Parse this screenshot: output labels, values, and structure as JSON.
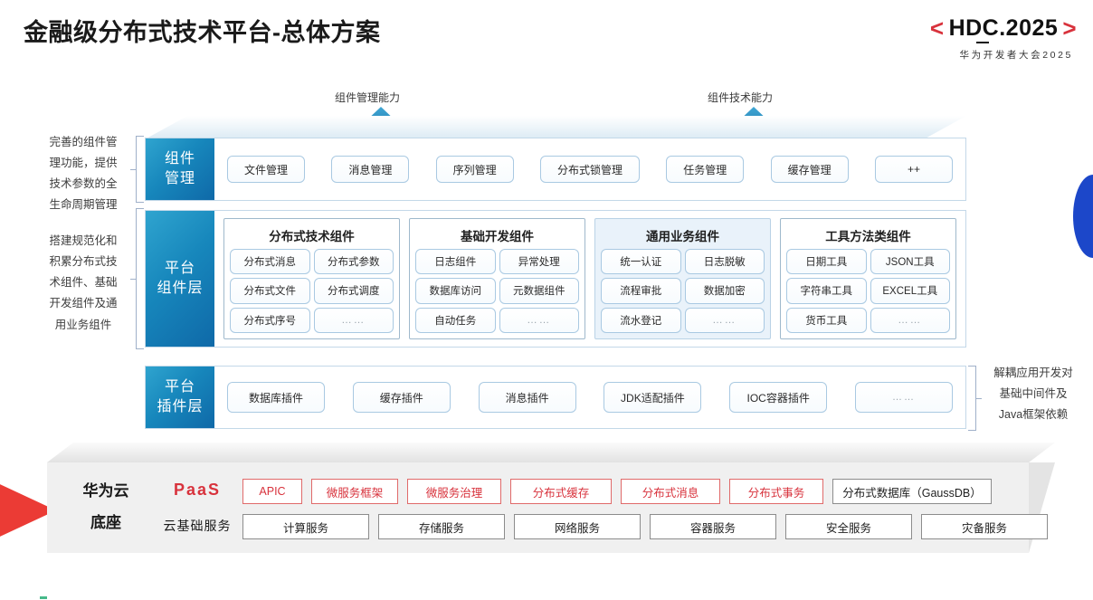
{
  "header": {
    "title": "金融级分布式技术平台-总体方案",
    "logo_bracket_left": "<",
    "logo_text": "HDC.2025",
    "logo_bracket_right": ">",
    "logo_sub": "华为开发者大会2025",
    "accent_red": "#d8323c"
  },
  "arrows": [
    {
      "label": "组件管理能力",
      "color": "#1a7ab5"
    },
    {
      "label": "组件技术能力",
      "color": "#1a7ab5"
    }
  ],
  "side_notes": {
    "left": [
      "完善的组件管\n理功能，提供\n技术参数的全\n生命周期管理",
      "搭建规范化和\n积累分布式技\n术组件、基础\n开发组件及通\n用业务组件"
    ],
    "left_1_lines": [
      "完善的组件管",
      "理功能，提供",
      "技术参数的全",
      "生命周期管理"
    ],
    "left_2_lines": [
      "搭建规范化和",
      "积累分布式技",
      "术组件、基础",
      "开发组件及通",
      "用业务组件"
    ],
    "right_lines": [
      "解耦应用开发对",
      "基础中间件及",
      "Java框架依赖"
    ]
  },
  "layers": {
    "component_management": {
      "label_lines": [
        "组件",
        "管理"
      ],
      "items": [
        {
          "label": "文件管理",
          "width": 86
        },
        {
          "label": "消息管理",
          "width": 86
        },
        {
          "label": "序列管理",
          "width": 86
        },
        {
          "label": "分布式锁管理",
          "width": 110
        },
        {
          "label": "任务管理",
          "width": 86
        },
        {
          "label": "缓存管理",
          "width": 86
        },
        {
          "label": "++",
          "width": 86
        }
      ]
    },
    "platform_component": {
      "label_lines": [
        "平台",
        "组件层"
      ],
      "groups": [
        {
          "title": "分布式技术组件",
          "style": "plain",
          "items": [
            "分布式消息",
            "分布式参数",
            "分布式文件",
            "分布式调度",
            "分布式序号",
            "……"
          ]
        },
        {
          "title": "基础开发组件",
          "style": "plain",
          "items": [
            "日志组件",
            "异常处理",
            "数据库访问",
            "元数据组件",
            "自动任务",
            "……"
          ]
        },
        {
          "title": "通用业务组件",
          "style": "tinted",
          "items": [
            "统一认证",
            "日志脱敏",
            "流程审批",
            "数据加密",
            "流水登记",
            "……"
          ]
        },
        {
          "title": "工具方法类组件",
          "style": "plain",
          "items": [
            "日期工具",
            "JSON工具",
            "字符串工具",
            "EXCEL工具",
            "货币工具",
            "……"
          ]
        }
      ]
    },
    "platform_plugin": {
      "label_lines": [
        "平台",
        "插件层"
      ],
      "items": [
        "数据库插件",
        "缓存插件",
        "消息插件",
        "JDK适配插件",
        "IOC容器插件",
        "……"
      ]
    }
  },
  "cloud_base": {
    "title_lines": [
      "华为云",
      "底座"
    ],
    "paas_label": "PaaS",
    "infra_label": "云基础服务",
    "paas_items": [
      {
        "label": "APIC",
        "style": "red",
        "width": 66
      },
      {
        "label": "微服务框架",
        "style": "red",
        "width": 96
      },
      {
        "label": "微服务治理",
        "style": "red",
        "width": 104
      },
      {
        "label": "分布式缓存",
        "style": "red",
        "width": 112
      },
      {
        "label": "分布式消息",
        "style": "red",
        "width": 110
      },
      {
        "label": "分布式事务",
        "style": "red",
        "width": 104
      },
      {
        "label": "分布式数据库（GaussDB）",
        "style": "gray",
        "width": 176
      }
    ],
    "infra_items": [
      {
        "label": "计算服务",
        "width": 140
      },
      {
        "label": "存储服务",
        "width": 140
      },
      {
        "label": "网络服务",
        "width": 140
      },
      {
        "label": "容器服务",
        "width": 140
      },
      {
        "label": "安全服务",
        "width": 140
      },
      {
        "label": "灾备服务",
        "width": 140
      }
    ]
  }
}
